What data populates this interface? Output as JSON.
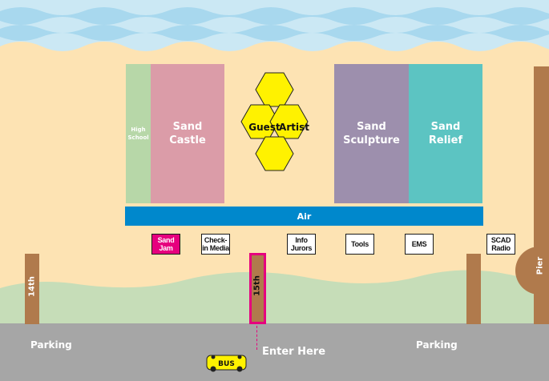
{
  "zones": {
    "high_school": "High School",
    "sand_castle": "Sand Castle",
    "guest_artist_left": "Guest",
    "guest_artist_right": "Artist",
    "sand_sculpture": "Sand Sculpture",
    "sand_relief": "Sand Relief",
    "air": "Air"
  },
  "booths": {
    "sand_jam": "Sand Jam",
    "check_in_media": "Check-in Media",
    "info_jurors": "Info Jurors",
    "tools": "Tools",
    "ems": "EMS",
    "scad_radio": "SCAD Radio"
  },
  "streets": {
    "fourteenth": "14th",
    "fifteenth": "15th",
    "pier": "Pier"
  },
  "parking": {
    "left": "Parking",
    "right": "Parking"
  },
  "entrance": "Enter Here",
  "bus": "BUS",
  "colors": {
    "sand": "#fde3b3",
    "water": "#cbe8f4",
    "wave": "#a8d8ee",
    "dune": "#c6ddb8",
    "road": "#a6a6a6",
    "post": "#b07a4c",
    "high_school": "#b7d7a8",
    "sand_castle": "#db9ca8",
    "guest_artist": "#fff200",
    "sand_sculpture": "#9d8fad",
    "sand_relief": "#5cc4c2",
    "air": "#0088cc",
    "sand_jam": "#e6007e",
    "bus": "#fff200"
  }
}
